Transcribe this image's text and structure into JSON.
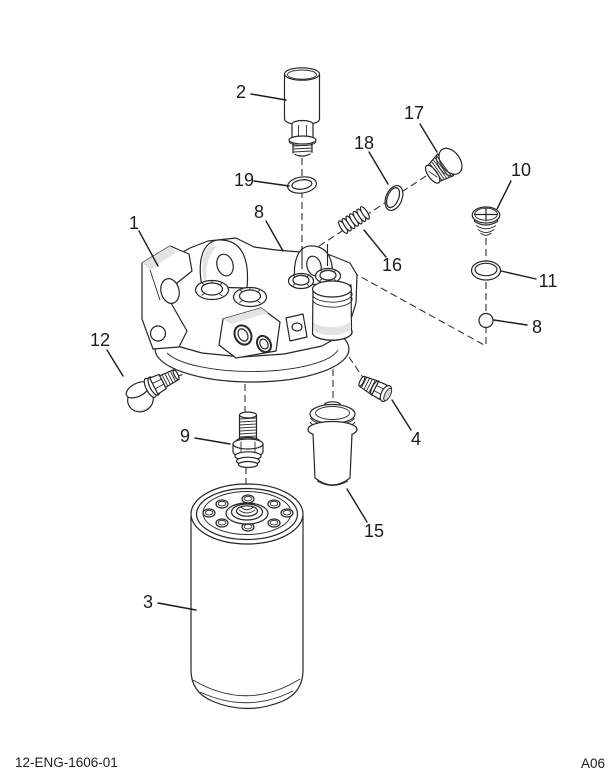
{
  "footer": {
    "doc_number": "12-ENG-1606-01",
    "page_code": "A06"
  },
  "callouts": [
    {
      "label": "1"
    },
    {
      "label": "2"
    },
    {
      "label": "3"
    },
    {
      "label": "4"
    },
    {
      "label": "8"
    },
    {
      "label": "8"
    },
    {
      "label": "9"
    },
    {
      "label": "10"
    },
    {
      "label": "11"
    },
    {
      "label": "12"
    },
    {
      "label": "15"
    },
    {
      "label": "16"
    },
    {
      "label": "17"
    },
    {
      "label": "18"
    },
    {
      "label": "19"
    }
  ],
  "colors": {
    "line": "#262626",
    "background": "#ffffff",
    "shading": "#e3e3e3"
  }
}
